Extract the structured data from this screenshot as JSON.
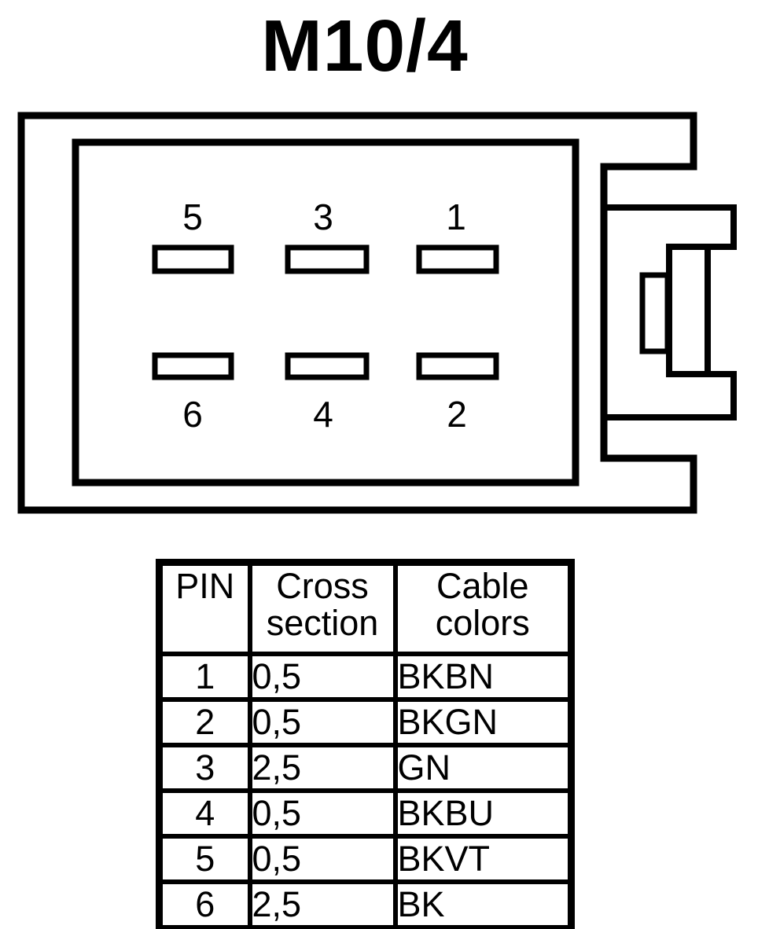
{
  "title": "M10/4",
  "line_color": "#000000",
  "connector": {
    "pin_labels_top": [
      "5",
      "3",
      "1"
    ],
    "pin_labels_bottom": [
      "6",
      "4",
      "2"
    ]
  },
  "table": {
    "headers": [
      {
        "lines": [
          "PIN",
          ""
        ]
      },
      {
        "lines": [
          "Cross",
          "section"
        ]
      },
      {
        "lines": [
          "Cable",
          "colors"
        ]
      }
    ],
    "rows": [
      {
        "pin": "1",
        "cross_section": "0,5",
        "cable_color": "BKBN"
      },
      {
        "pin": "2",
        "cross_section": "0,5",
        "cable_color": "BKGN"
      },
      {
        "pin": "3",
        "cross_section": "2,5",
        "cable_color": "GN"
      },
      {
        "pin": "4",
        "cross_section": "0,5",
        "cable_color": "BKBU"
      },
      {
        "pin": "5",
        "cross_section": "0,5",
        "cable_color": "BKVT"
      },
      {
        "pin": "6",
        "cross_section": "2,5",
        "cable_color": "BK"
      }
    ]
  }
}
